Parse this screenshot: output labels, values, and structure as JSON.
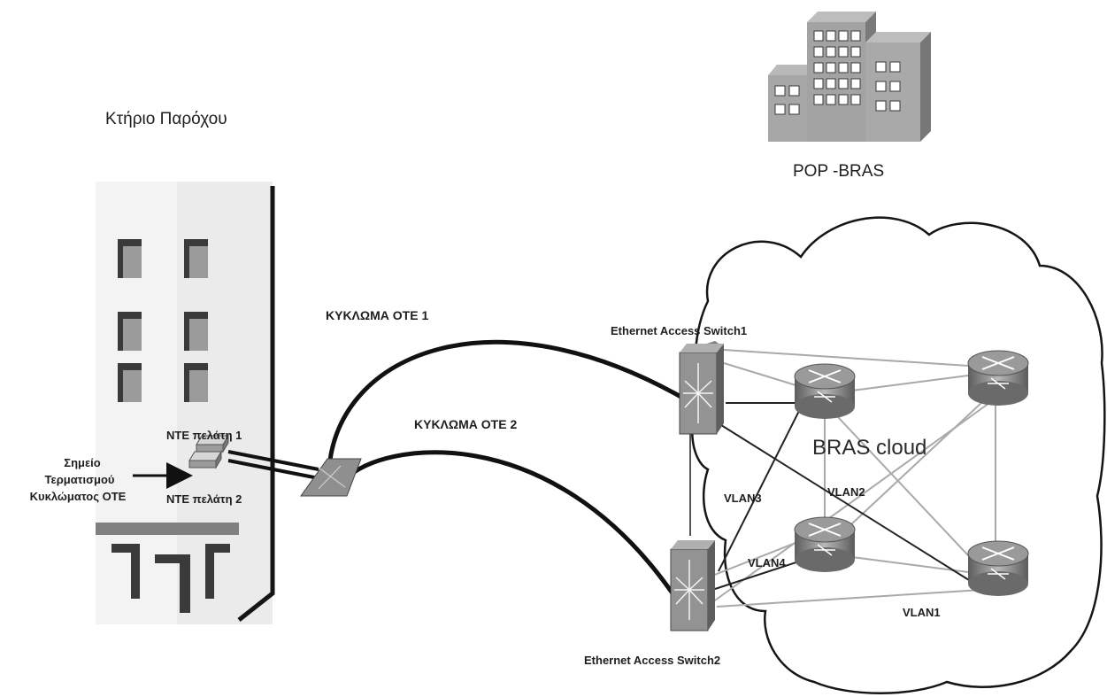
{
  "provider_building": {
    "label": "Κτήριο Παρόχου"
  },
  "pop": {
    "label": "POP -BRAS"
  },
  "circuits": {
    "c1": "ΚΥΚΛΩΜΑ ΟΤΕ 1",
    "c2": "ΚΥΚΛΩΜΑ ΟΤΕ 2"
  },
  "nte": {
    "n1": "NTE πελάτη 1",
    "n2": "NTE πελάτη 2"
  },
  "termination": {
    "line1": "Σημείο",
    "line2": "Τερματισμού",
    "line3": "Κυκλώματος ΟΤΕ"
  },
  "switches": {
    "s1": "Ethernet Access Switch1",
    "s2": "Ethernet Access Switch2"
  },
  "cloud": {
    "label": "BRAS cloud"
  },
  "vlans": {
    "v1": "VLAN1",
    "v2": "VLAN2",
    "v3": "VLAN3",
    "v4": "VLAN4"
  },
  "colors": {
    "line": "#111111",
    "light_link": "#a9a9a9",
    "device": "#8f8f8f",
    "building_wall": "#efefef",
    "window": "#3a3a3a"
  }
}
